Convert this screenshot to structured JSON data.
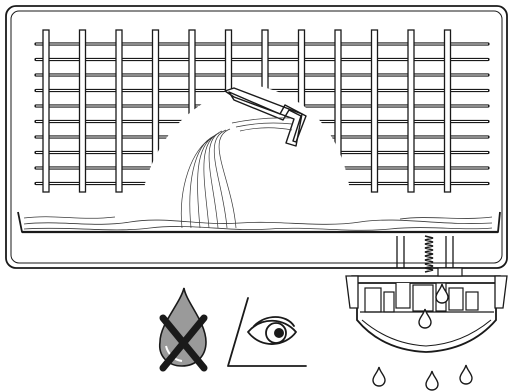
{
  "diagram": {
    "rack_rows": 10,
    "rack_columns": 12,
    "spill_drops": 3,
    "drain_drops": 3,
    "colors": {
      "line": "#1a1a1a",
      "fill": "#ffffff",
      "hazard_drop": "#6b6b6b",
      "gray_fill": "#9a9a9a"
    },
    "icons": [
      "no-water-hazard-icon",
      "visual-inspection-eye-icon"
    ]
  }
}
